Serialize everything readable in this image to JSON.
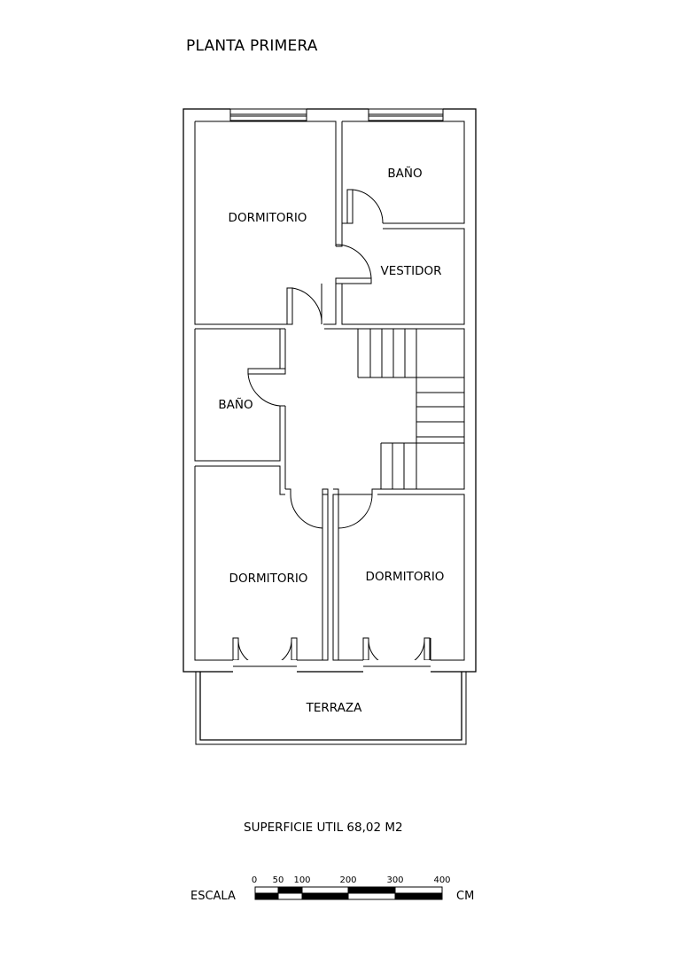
{
  "title": "PLANTA PRIMERA",
  "rooms": {
    "dormitorio_1": "DORMITORIO",
    "bano_1": "BAÑO",
    "vestidor": "VESTIDOR",
    "bano_2": "BAÑO",
    "dormitorio_2": "DORMITORIO",
    "dormitorio_3": "DORMITORIO",
    "terraza": "TERRAZA"
  },
  "surface": "SUPERFICIE UTIL 68,02 M2",
  "scale": {
    "label": "ESCALA",
    "unit": "CM",
    "ticks": [
      "0",
      "50",
      "100",
      "200",
      "300",
      "400"
    ]
  }
}
